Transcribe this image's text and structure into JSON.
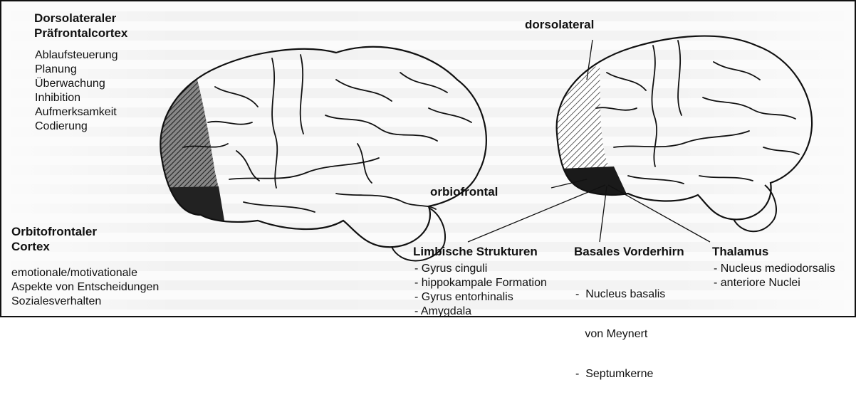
{
  "left_brain": {
    "title_line1": "Dorsolateraler",
    "title_line2": "Präfrontalcortex",
    "functions": [
      "Ablaufsteuerung",
      "Planung",
      "Überwachung",
      "Inhibition",
      "Aufmerksamkeit",
      "Codierung"
    ],
    "ofc_title_line1": "Orbitofrontaler",
    "ofc_title_line2": "Cortex",
    "ofc_functions": [
      "emotionale/motivationale",
      "Aspekte von Entscheidungen",
      "Sozialesverhalten"
    ]
  },
  "right_brain": {
    "label_dorsolateral": "dorsolateral",
    "label_orbiofrontal": "orbiofrontal"
  },
  "connections": {
    "limbic": {
      "title": "Limbische Strukturen",
      "items": [
        "-  Gyrus cinguli",
        "-  hippokampale Formation",
        "-  Gyrus entorhinalis",
        "-  Amygdala"
      ]
    },
    "basal_forebrain": {
      "title": "Basales Vorderhirn",
      "items": [
        "-  Nucleus basalis",
        "   von Meynert",
        "-  Septumkerne"
      ]
    },
    "thalamus": {
      "title": "Thalamus",
      "items": [
        "-  Nucleus mediodorsalis",
        "-  anteriore Nuclei"
      ]
    }
  },
  "colors": {
    "ink": "#111111",
    "shade": "#555555",
    "paper": "#fbfbfb"
  }
}
